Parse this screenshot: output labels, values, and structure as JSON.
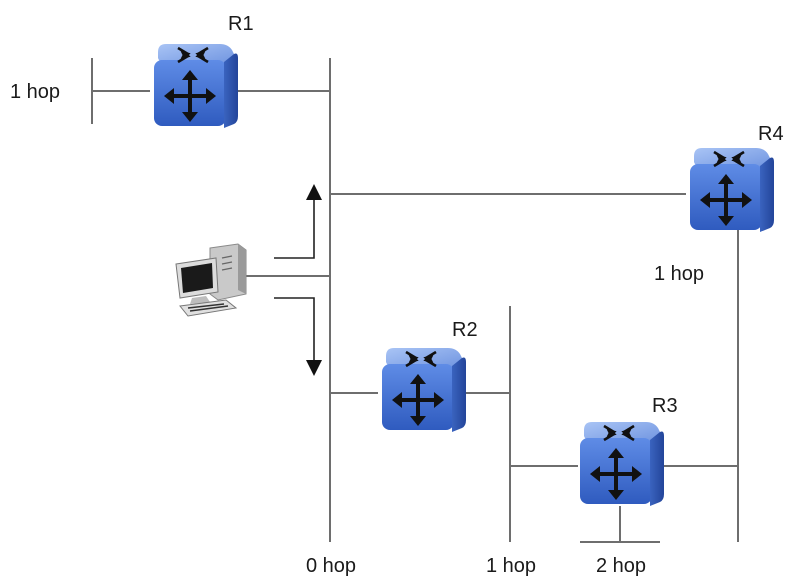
{
  "diagram": {
    "routers": [
      {
        "id": "r1",
        "label": "R1"
      },
      {
        "id": "r2",
        "label": "R2"
      },
      {
        "id": "r3",
        "label": "R3"
      },
      {
        "id": "r4",
        "label": "R4"
      }
    ],
    "hop_labels": {
      "r1_segment": "1 hop",
      "r4_segment": "1 hop",
      "segment_0": "0 hop",
      "segment_1": "1 hop",
      "segment_2": "2 hop"
    },
    "colors": {
      "router_top": "#7ea2e8",
      "router_front": "#3f6fd0",
      "router_side": "#2f55a8",
      "line": "#6e6e6e"
    },
    "icons": [
      "router-icon",
      "computer-icon",
      "arrow-up-icon",
      "arrow-down-icon"
    ]
  }
}
